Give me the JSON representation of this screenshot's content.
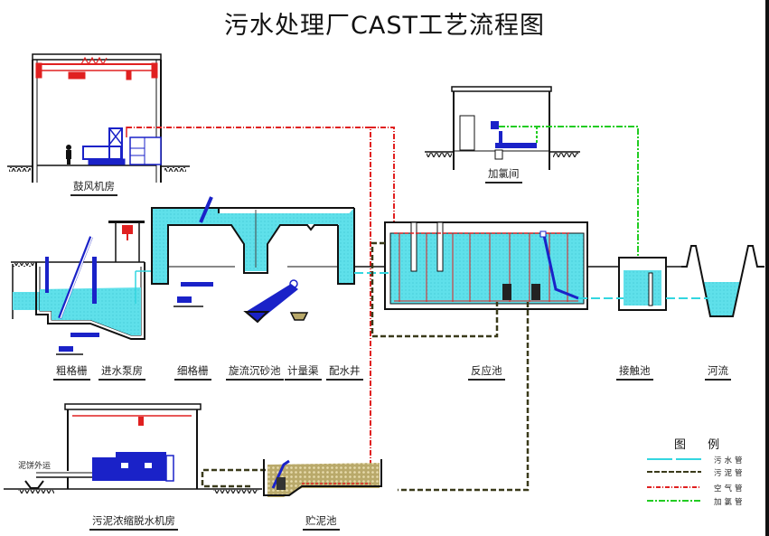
{
  "title": "污水处理厂CAST工艺流程图",
  "units": {
    "blower_room": "鼓风机房",
    "coarse_screen": "粗格栅",
    "influent_pump_room": "进水泵房",
    "fine_screen": "细格栅",
    "vortex_grit_chamber": "旋流沉砂池",
    "metering_channel": "计量渠",
    "distribution_well": "配水井",
    "reaction_tank": "反应池",
    "chlorination_room": "加氯间",
    "contact_tank": "接触池",
    "river": "河流",
    "sludge_dewatering_room": "污泥浓缩脱水机房",
    "sludge_storage_tank": "贮泥池",
    "sludge_cake_out": "泥饼外运"
  },
  "legend": {
    "title": "图 例",
    "items": [
      {
        "label": "污水管",
        "color": "#33d6e0",
        "style": "long-dash"
      },
      {
        "label": "污泥管",
        "color": "#3a3a1a",
        "style": "dash"
      },
      {
        "label": "空气管",
        "color": "#e02020",
        "style": "dash-dot"
      },
      {
        "label": "加氯管",
        "color": "#22cc22",
        "style": "dash-dot"
      }
    ]
  },
  "colors": {
    "water": "#5fe0ea",
    "sludge": "#c8b878",
    "equipment": "#1a22c8",
    "crane": "#e02020",
    "structure": "#111111"
  }
}
